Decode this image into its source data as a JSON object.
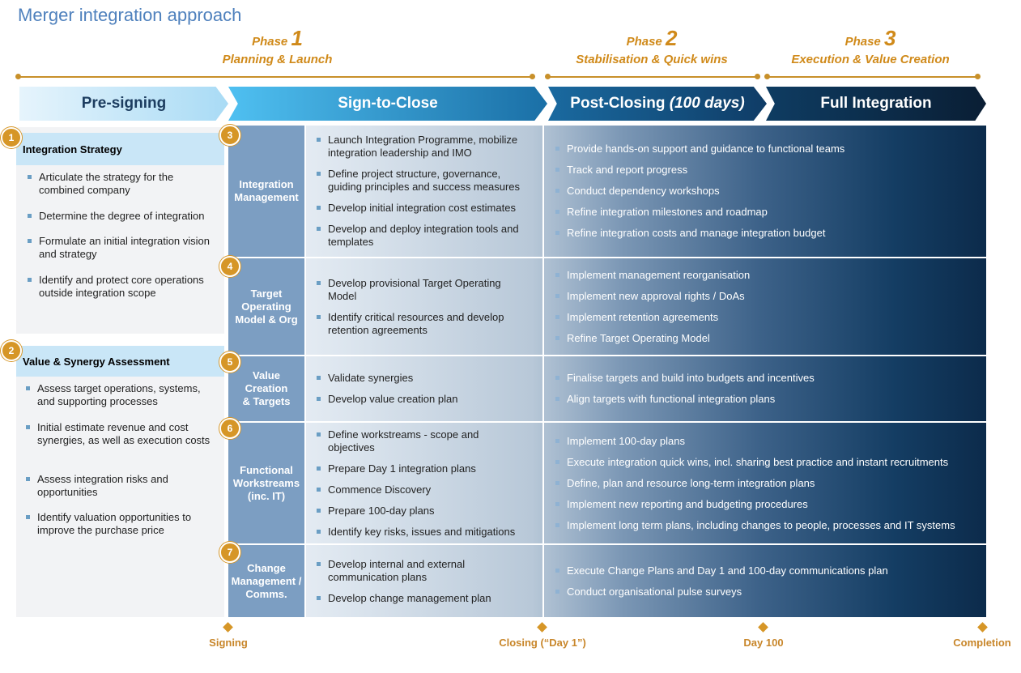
{
  "title": "Merger integration approach",
  "phases": [
    {
      "prefix": "Phase",
      "number": "1",
      "name": "Planning & Launch"
    },
    {
      "prefix": "Phase",
      "number": "2",
      "name": "Stabilisation & Quick wins"
    },
    {
      "prefix": "Phase",
      "number": "3",
      "name": "Execution & Value Creation"
    }
  ],
  "stages": {
    "presigning": "Pre-signing",
    "signclose": "Sign-to-Close",
    "postclosing": "Post-Closing",
    "postclosing_days": "(100 days)",
    "full": "Full Integration"
  },
  "left": {
    "g1": {
      "num": "1",
      "title": "Integration Strategy",
      "items": [
        "Articulate the strategy for the combined company",
        "Determine the degree of integration",
        "Formulate an initial integration vision and strategy",
        "Identify and protect core operations outside integration scope"
      ]
    },
    "g2": {
      "num": "2",
      "title": "Value & Synergy Assessment",
      "items": [
        "Assess target operations, systems, and supporting processes",
        "Initial estimate revenue and cost synergies, as well as execution costs",
        "Assess integration risks and opportunities",
        "Identify valuation opportunities to improve the purchase price"
      ]
    }
  },
  "rows": [
    {
      "num": "3",
      "label": "Integration Management",
      "mid": [
        "Launch Integration Programme, mobilize integration leadership and IMO",
        "Define project structure, governance, guiding principles and success measures",
        "Develop initial integration cost estimates",
        "Develop and deploy integration tools and templates"
      ],
      "right": [
        "Provide hands-on support and guidance to functional teams",
        "Track and report progress",
        "Conduct dependency workshops",
        "Refine integration milestones and roadmap",
        "Refine integration costs and manage integration budget"
      ]
    },
    {
      "num": "4",
      "label": "Target Operating Model & Org",
      "mid": [
        "Develop provisional Target Operating Model",
        "Identify critical resources and develop retention agreements"
      ],
      "right": [
        "Implement management reorganisation",
        "Implement new approval rights / DoAs",
        "Implement retention agreements",
        "Refine Target Operating Model"
      ]
    },
    {
      "num": "5",
      "label": "Value Creation & Targets",
      "mid": [
        "Validate synergies",
        "Develop value creation plan"
      ],
      "right": [
        "Finalise targets and build into budgets and incentives",
        "Align targets with functional integration plans"
      ]
    },
    {
      "num": "6",
      "label": "Functional Workstreams (inc. IT)",
      "mid": [
        "Define workstreams - scope and objectives",
        "Prepare Day 1 integration plans",
        "Commence Discovery",
        "Prepare 100-day plans",
        "Identify key risks, issues and mitigations"
      ],
      "right": [
        "Implement 100-day plans",
        "Execute integration quick wins, incl. sharing best practice and instant recruitments",
        "Define, plan and resource long-term integration plans",
        "Implement new reporting and budgeting procedures",
        "Implement long term plans, including changes to people, processes and IT systems"
      ]
    },
    {
      "num": "7",
      "label": "Change Management / Comms.",
      "mid": [
        "Develop internal and external communication plans",
        "Develop change management plan"
      ],
      "right": [
        "Execute Change Plans and Day 1 and 100-day communications plan",
        "Conduct organisational pulse surveys"
      ]
    }
  ],
  "milestones": [
    "Signing",
    "Closing (“Day 1”)",
    "Day 100",
    "Completion"
  ],
  "colors": {
    "accent": "#d69627",
    "title": "#4f81bd",
    "dark": "#0c2d4e",
    "rowlabel": "#7c9ec2"
  }
}
